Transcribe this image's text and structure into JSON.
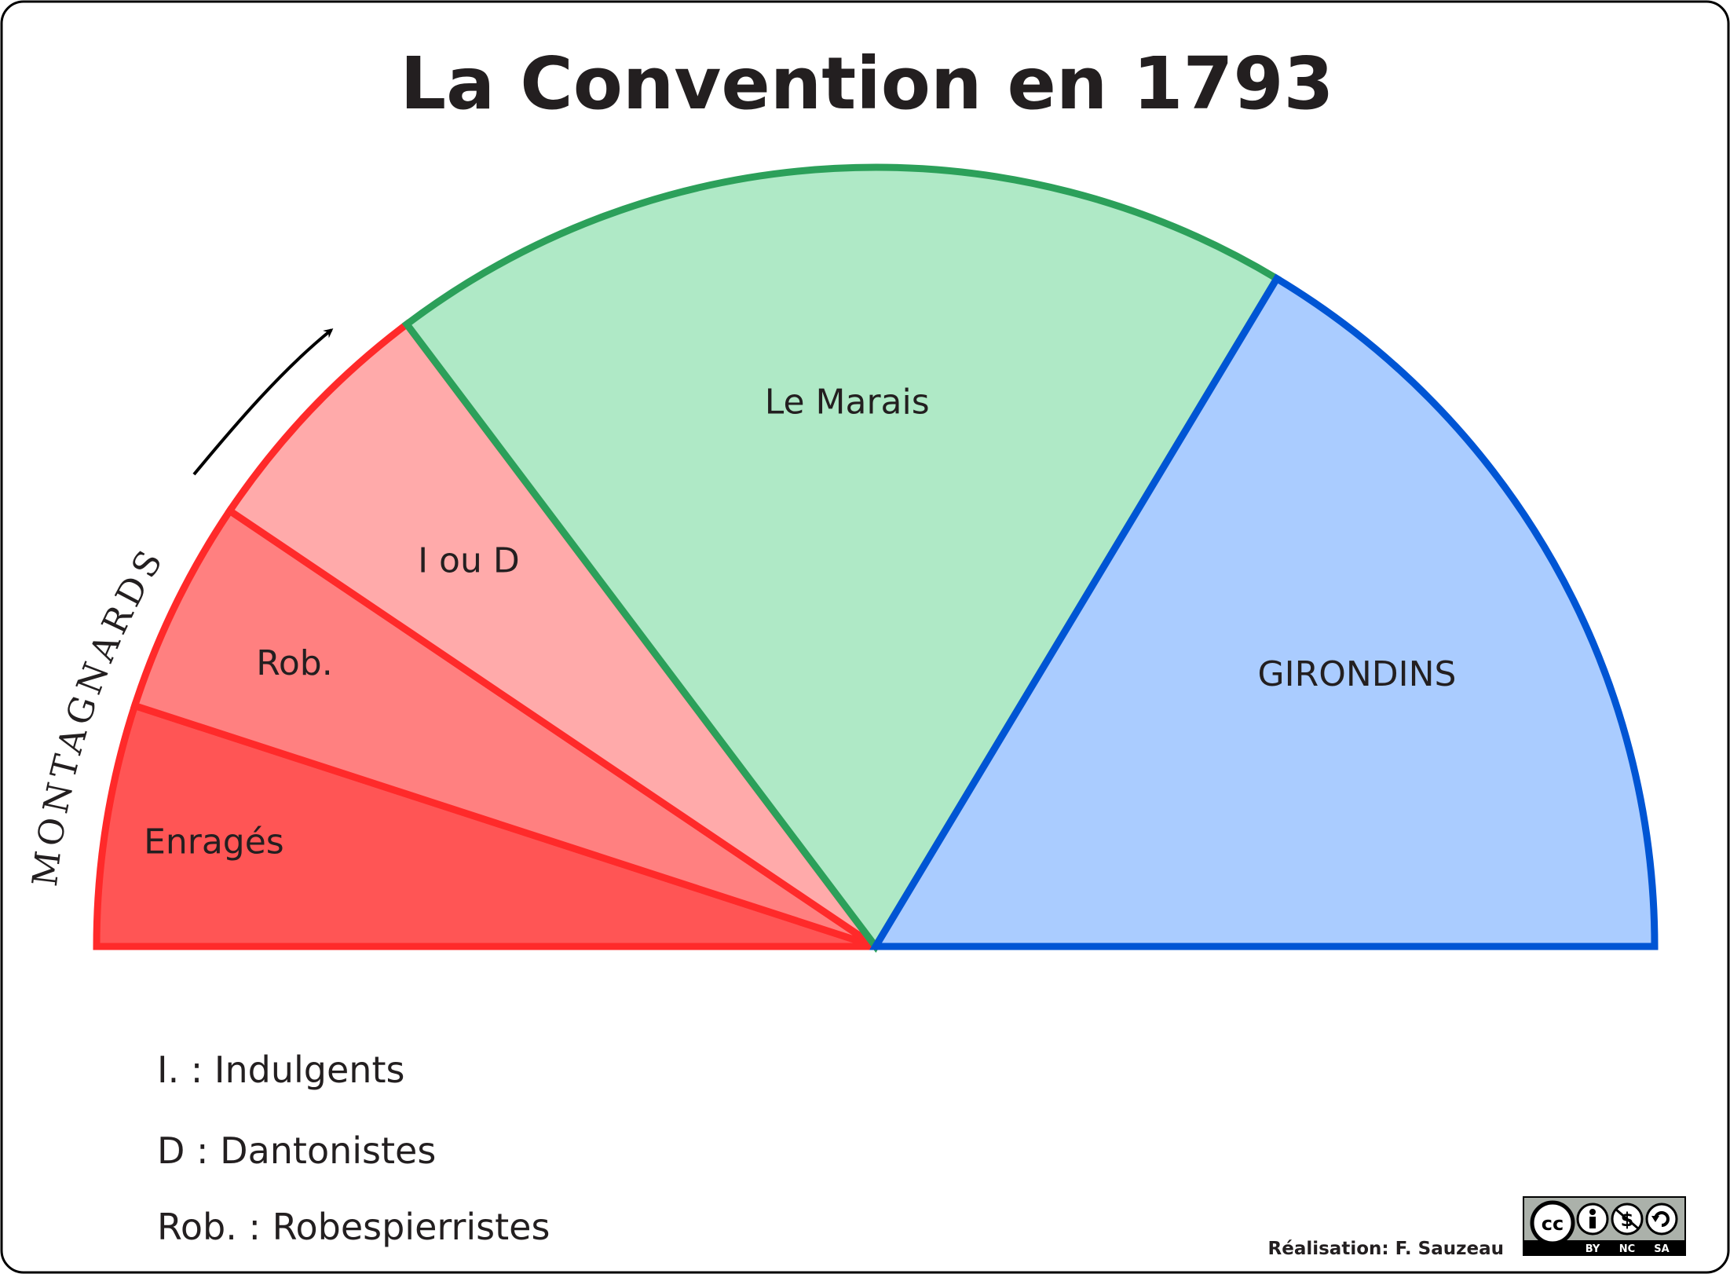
{
  "chart_data": {
    "type": "pie",
    "title": "La Convention en 1793",
    "slices": [
      {
        "label": "Enragés",
        "start_deg": 0,
        "end_deg": 18,
        "fill": "#ff5555",
        "stroke": "#ff2a2a"
      },
      {
        "label": "Rob.",
        "start_deg": 18,
        "end_deg": 34,
        "fill": "#ff8080",
        "stroke": "#ff2a2a"
      },
      {
        "label": "I ou D",
        "start_deg": 34,
        "end_deg": 53,
        "fill": "#ffaaaa",
        "stroke": "#ff2a2a"
      },
      {
        "label": "Le Marais",
        "start_deg": 53,
        "end_deg": 121,
        "fill": "#afe9c6",
        "stroke": "#2ca05a"
      },
      {
        "label": "GIRONDINS",
        "start_deg": 121,
        "end_deg": 180,
        "fill": "#aaccff",
        "stroke": "#0055d4"
      }
    ],
    "group_label": "MONTAGNARDS",
    "legend": [
      "I. : Indulgents",
      "D : Dantonistes",
      "Rob. : Robespierristes"
    ]
  },
  "credit": "Réalisation: F. Sauzeau",
  "license_badge": {
    "icon": "cc-by-nc-sa-icon",
    "labels": [
      "BY",
      "NC",
      "SA"
    ]
  }
}
